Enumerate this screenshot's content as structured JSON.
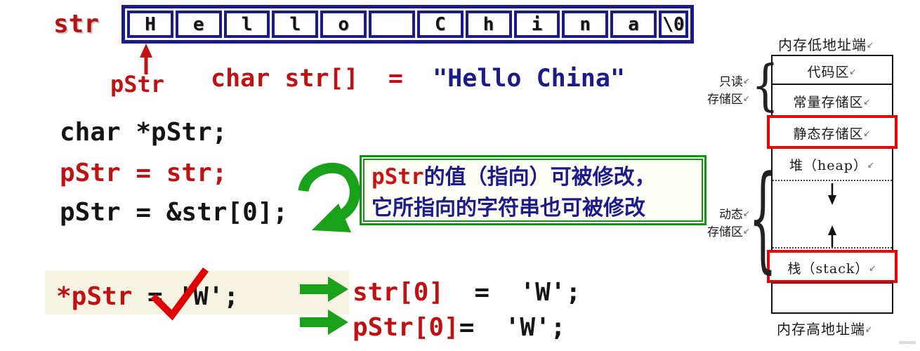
{
  "colors": {
    "navy": "#1b1b8c",
    "red_text": "#c01212",
    "green_arrow": "#1aa11a",
    "green_box_border": "#129612",
    "red_highlight": "#e60000",
    "cream_bg": "#f6f3e3"
  },
  "top": {
    "array_label": "str",
    "pointer_label": "pStr",
    "cells": [
      "H",
      "e",
      "l",
      "l",
      "o",
      " ",
      "C",
      "h",
      "i",
      "n",
      "a",
      "\\0"
    ],
    "declaration_code": "char str[]  =  ",
    "declaration_string": "\"Hello China\""
  },
  "code": {
    "line1": "char *pStr;",
    "line2": "pStr = str;",
    "line3": "pStr = &str[0];"
  },
  "note": {
    "highlight": "pStr",
    "line1_rest": "的值（指向）可被修改，",
    "line2": "它所指向的字符串也可被修改"
  },
  "bottom": {
    "stmt_lhs": "*pStr",
    "stmt_eq": " = ",
    "stmt_rhs": "'W';",
    "result1_lhs": "str[0]",
    "result1_eq": "  =  ",
    "result1_rhs": "'W';",
    "result2_lhs": "pStr[0]",
    "result2_eq": "=  ",
    "result2_rhs": "'W';"
  },
  "memory": {
    "top_label": "内存低地址端",
    "bottom_label": "内存高地址端",
    "regions": {
      "code": "代码区",
      "const": "常量存储区",
      "static": "静态存储区",
      "heap": "堆（heap）",
      "stack": "栈（stack）"
    },
    "readonly_line1": "只读",
    "readonly_line2": "存储区",
    "dynamic_line1": "动态",
    "dynamic_line2": "存储区",
    "return_mark": "↙",
    "brace": "{"
  }
}
